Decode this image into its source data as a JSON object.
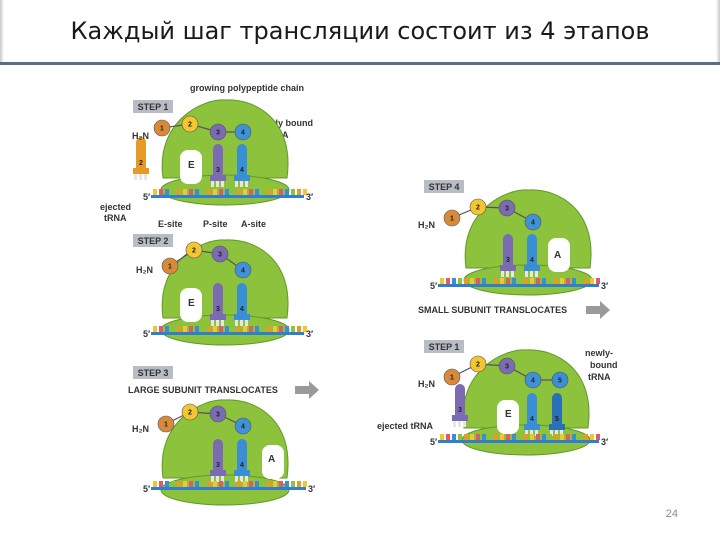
{
  "slide": {
    "title": "Каждый шаг трансляции состоит из 4 этапов",
    "page_number": "24"
  },
  "colors": {
    "ribosome": "#8cc23c",
    "ribosome_dark": "#5f9a2a",
    "mrna": "#2f7fd0",
    "trna_purple": "#7a6bb3",
    "trna_blue": "#3a8ed6",
    "trna_orange": "#e79a26",
    "aa_orange": "#d9893a",
    "aa_yellow": "#f2c531",
    "aa_purple": "#7a6bb3",
    "aa_blue": "#3f92d8",
    "step_box": "#b7bcc6",
    "arrow": "#9a9a9a"
  },
  "panels": {
    "step1": {
      "step_label": "STEP 1",
      "growing_chain": "growing polypeptide chain",
      "newly_bound": [
        "newly bound",
        "tRNA"
      ],
      "ejected": [
        "ejected",
        "tRNA"
      ],
      "h2n": "H₂N",
      "e_mark": "E",
      "five_prime": "5′",
      "three_prime": "3′",
      "e_site": "E-site",
      "p_site": "P-site",
      "a_site": "A-site",
      "aa": [
        "1",
        "2",
        "3",
        "4"
      ],
      "trna_nums": [
        "2",
        "3",
        "4"
      ]
    },
    "step2": {
      "step_label": "STEP 2",
      "h2n": "H₂N",
      "e_mark": "E",
      "five_prime": "5′",
      "three_prime": "3′",
      "aa": [
        "1",
        "2",
        "3",
        "4"
      ],
      "trna_nums": [
        "3",
        "4"
      ]
    },
    "step3": {
      "step_label": "STEP 3",
      "banner": "LARGE SUBUNIT TRANSLOCATES",
      "h2n": "H₂N",
      "a_mark": "A",
      "five_prime": "5′",
      "three_prime": "3′",
      "aa": [
        "1",
        "2",
        "3",
        "4"
      ],
      "trna_nums": [
        "3",
        "4"
      ]
    },
    "step4": {
      "step_label": "STEP 4",
      "banner": "SMALL SUBUNIT TRANSLOCATES",
      "h2n": "H₂N",
      "a_mark": "A",
      "five_prime": "5′",
      "three_prime": "3′",
      "aa": [
        "1",
        "2",
        "3",
        "4"
      ],
      "trna_nums": [
        "3",
        "4"
      ]
    },
    "step1b": {
      "step_label": "STEP 1",
      "newly_bound": [
        "newly-",
        "bound",
        "tRNA"
      ],
      "ejected": "ejected tRNA",
      "h2n": "H₂N",
      "e_mark": "E",
      "five_prime": "5′",
      "three_prime": "3′",
      "aa": [
        "1",
        "2",
        "3",
        "4",
        "5"
      ],
      "trna_nums": [
        "4",
        "5"
      ]
    }
  }
}
